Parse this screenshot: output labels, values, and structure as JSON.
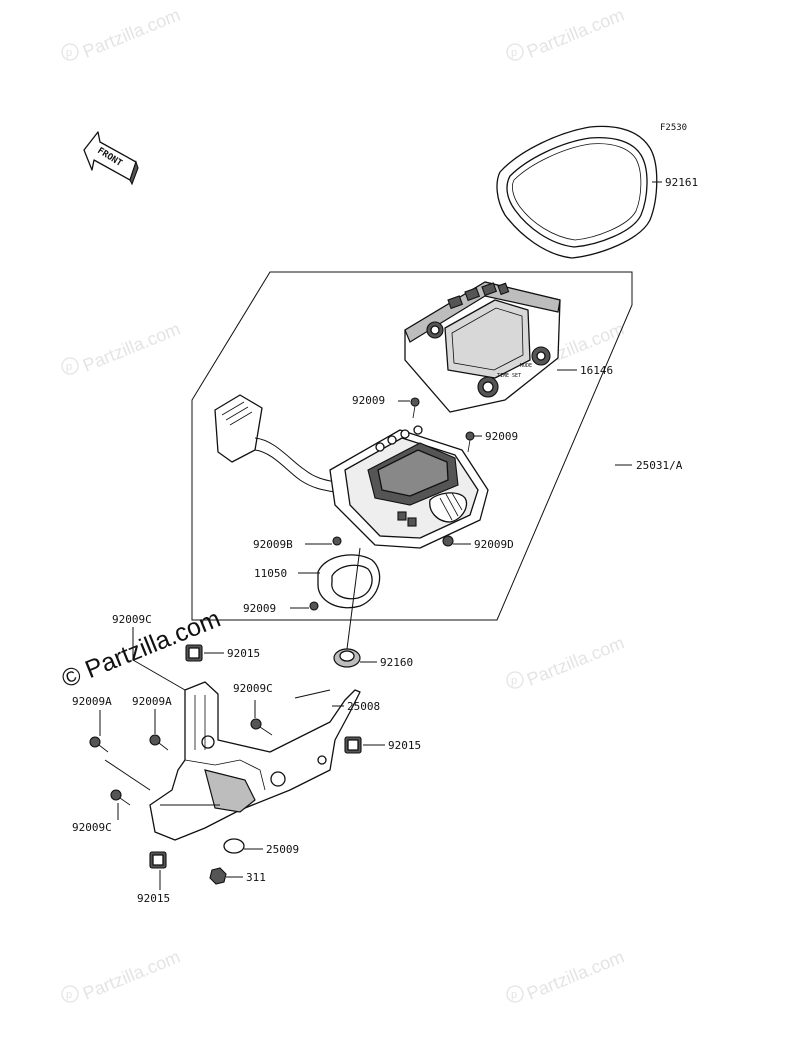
{
  "figure_code": "F2530",
  "front_arrow_label": "FRONT",
  "watermark": {
    "text": "Partzilla.com",
    "large_text": "© Partzilla.com"
  },
  "meter_face": {
    "button_left_label": "TIME SET",
    "button_right_label": "MODE"
  },
  "callouts": {
    "c92161": "92161",
    "c16146": "16146",
    "c92009_a": "92009",
    "c92009_b": "92009",
    "c25031": "25031/A",
    "c92009B": "92009B",
    "c92009D": "92009D",
    "c11050": "11050",
    "c92009_c": "92009",
    "c92009C_top": "92009C",
    "c92015_top": "92015",
    "c92160": "92160",
    "c92009C_mid": "92009C",
    "c25008": "25008",
    "c92009A_left": "92009A",
    "c92009A_mid": "92009A",
    "c92015_right": "92015",
    "c92009C_bottom": "92009C",
    "c25009": "25009",
    "c92015_bottom": "92015",
    "c311": "311"
  }
}
